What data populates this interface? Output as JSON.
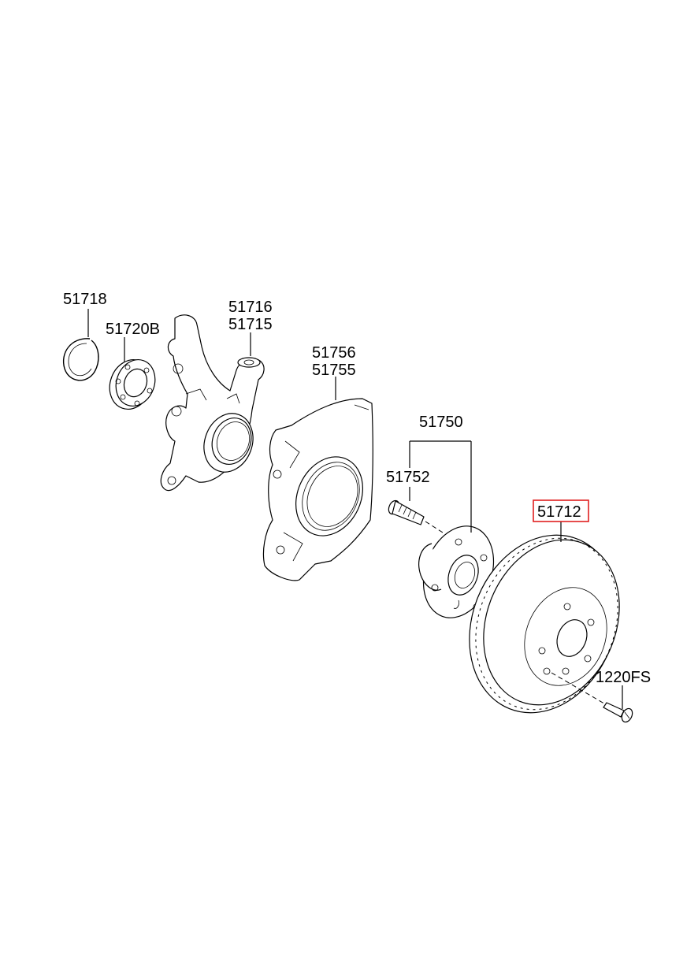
{
  "parts": [
    {
      "id": "p51718",
      "label": "51718"
    },
    {
      "id": "p51720B",
      "label": "51720B"
    },
    {
      "id": "p51716",
      "label": "51716"
    },
    {
      "id": "p51715",
      "label": "51715"
    },
    {
      "id": "p51756",
      "label": "51756"
    },
    {
      "id": "p51755",
      "label": "51755"
    },
    {
      "id": "p51750",
      "label": "51750"
    },
    {
      "id": "p51752",
      "label": "51752"
    },
    {
      "id": "p51712",
      "label": "51712",
      "highlighted": true
    },
    {
      "id": "p1220FS",
      "label": "1220FS"
    }
  ],
  "colors": {
    "line": "#000000",
    "highlight_box": "#e02020",
    "background": "#ffffff"
  }
}
